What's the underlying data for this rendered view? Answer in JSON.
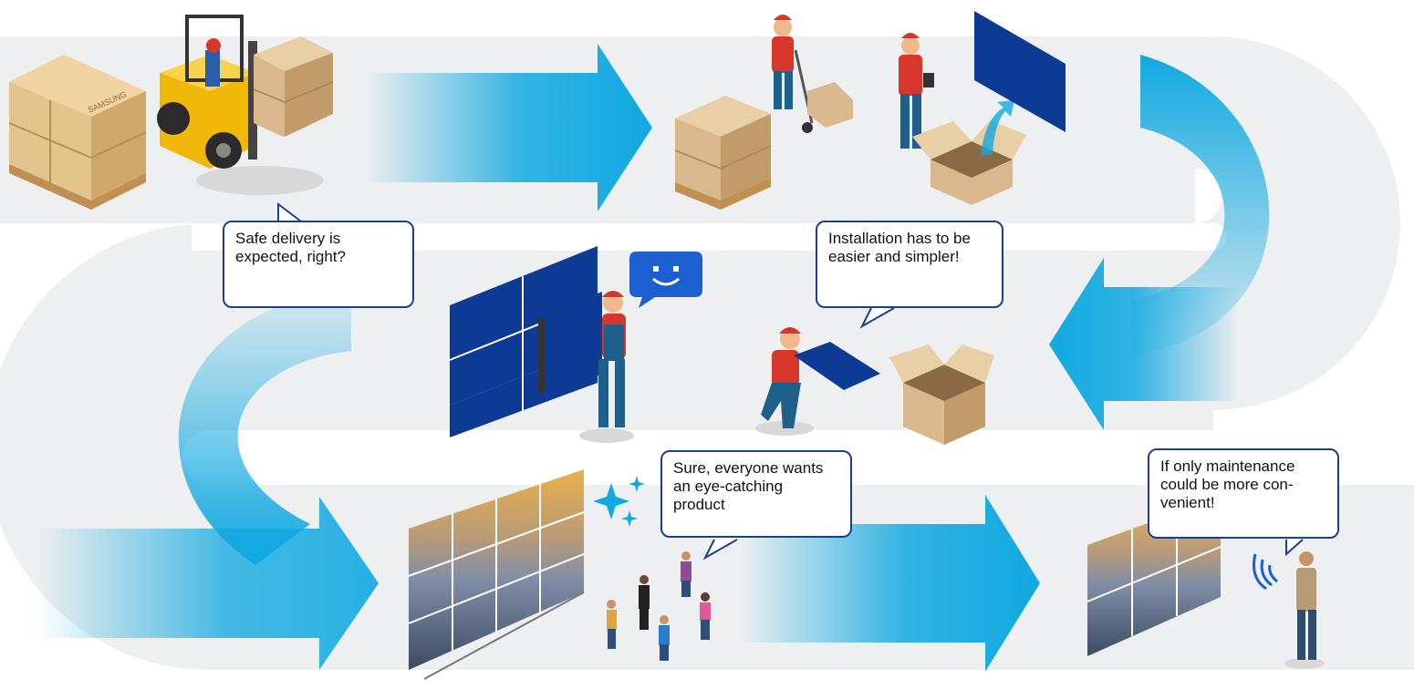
{
  "colors": {
    "path": "#eeeff0",
    "arrow": "#10a9e1",
    "bubble_border": "#1b3f8f",
    "panel_blue": "#0c3a95",
    "worker_red": "#d8362a",
    "worker_blue": "#1e5f8c",
    "box": "#d8b88c",
    "forklift": "#f1b80a"
  },
  "icons": [
    "forklift-icon",
    "pallet-icon",
    "hand-truck-icon",
    "clipboard-icon",
    "smiley-icon",
    "sparkle-icon",
    "wifi-icon"
  ],
  "bubbles": {
    "delivery": "Safe delivery is\nexpected, right?",
    "installation": "Installation has to be\neasier and simpler!",
    "eye_catching": "Sure, everyone wants\nan eye-catching\nproduct",
    "maintenance": "If only maintenance\ncould be more con-\nvenient!"
  },
  "crate_brand": "SAMSUNG"
}
